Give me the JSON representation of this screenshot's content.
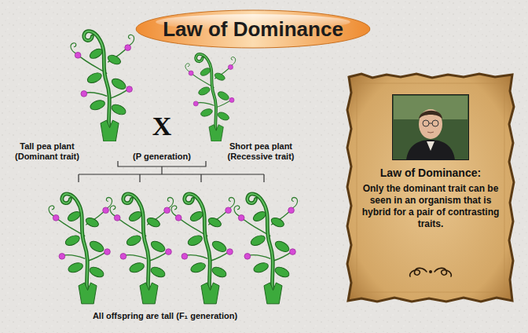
{
  "diagram": {
    "title": "Law of Dominance",
    "nodes": [
      {
        "text": [
          "Law of Dominance:",
          "Only the dominant trait can be seen in an organism that is hybrid for a pair of contrasting traits."
        ]
      }
    ],
    "labels": [
      "X",
      "Tall pea plant (Dominant trait)",
      "(P generation)",
      "Short pea plant (Recessive trait)",
      "All offspring are tall (F₁ generation)"
    ]
  }
}
